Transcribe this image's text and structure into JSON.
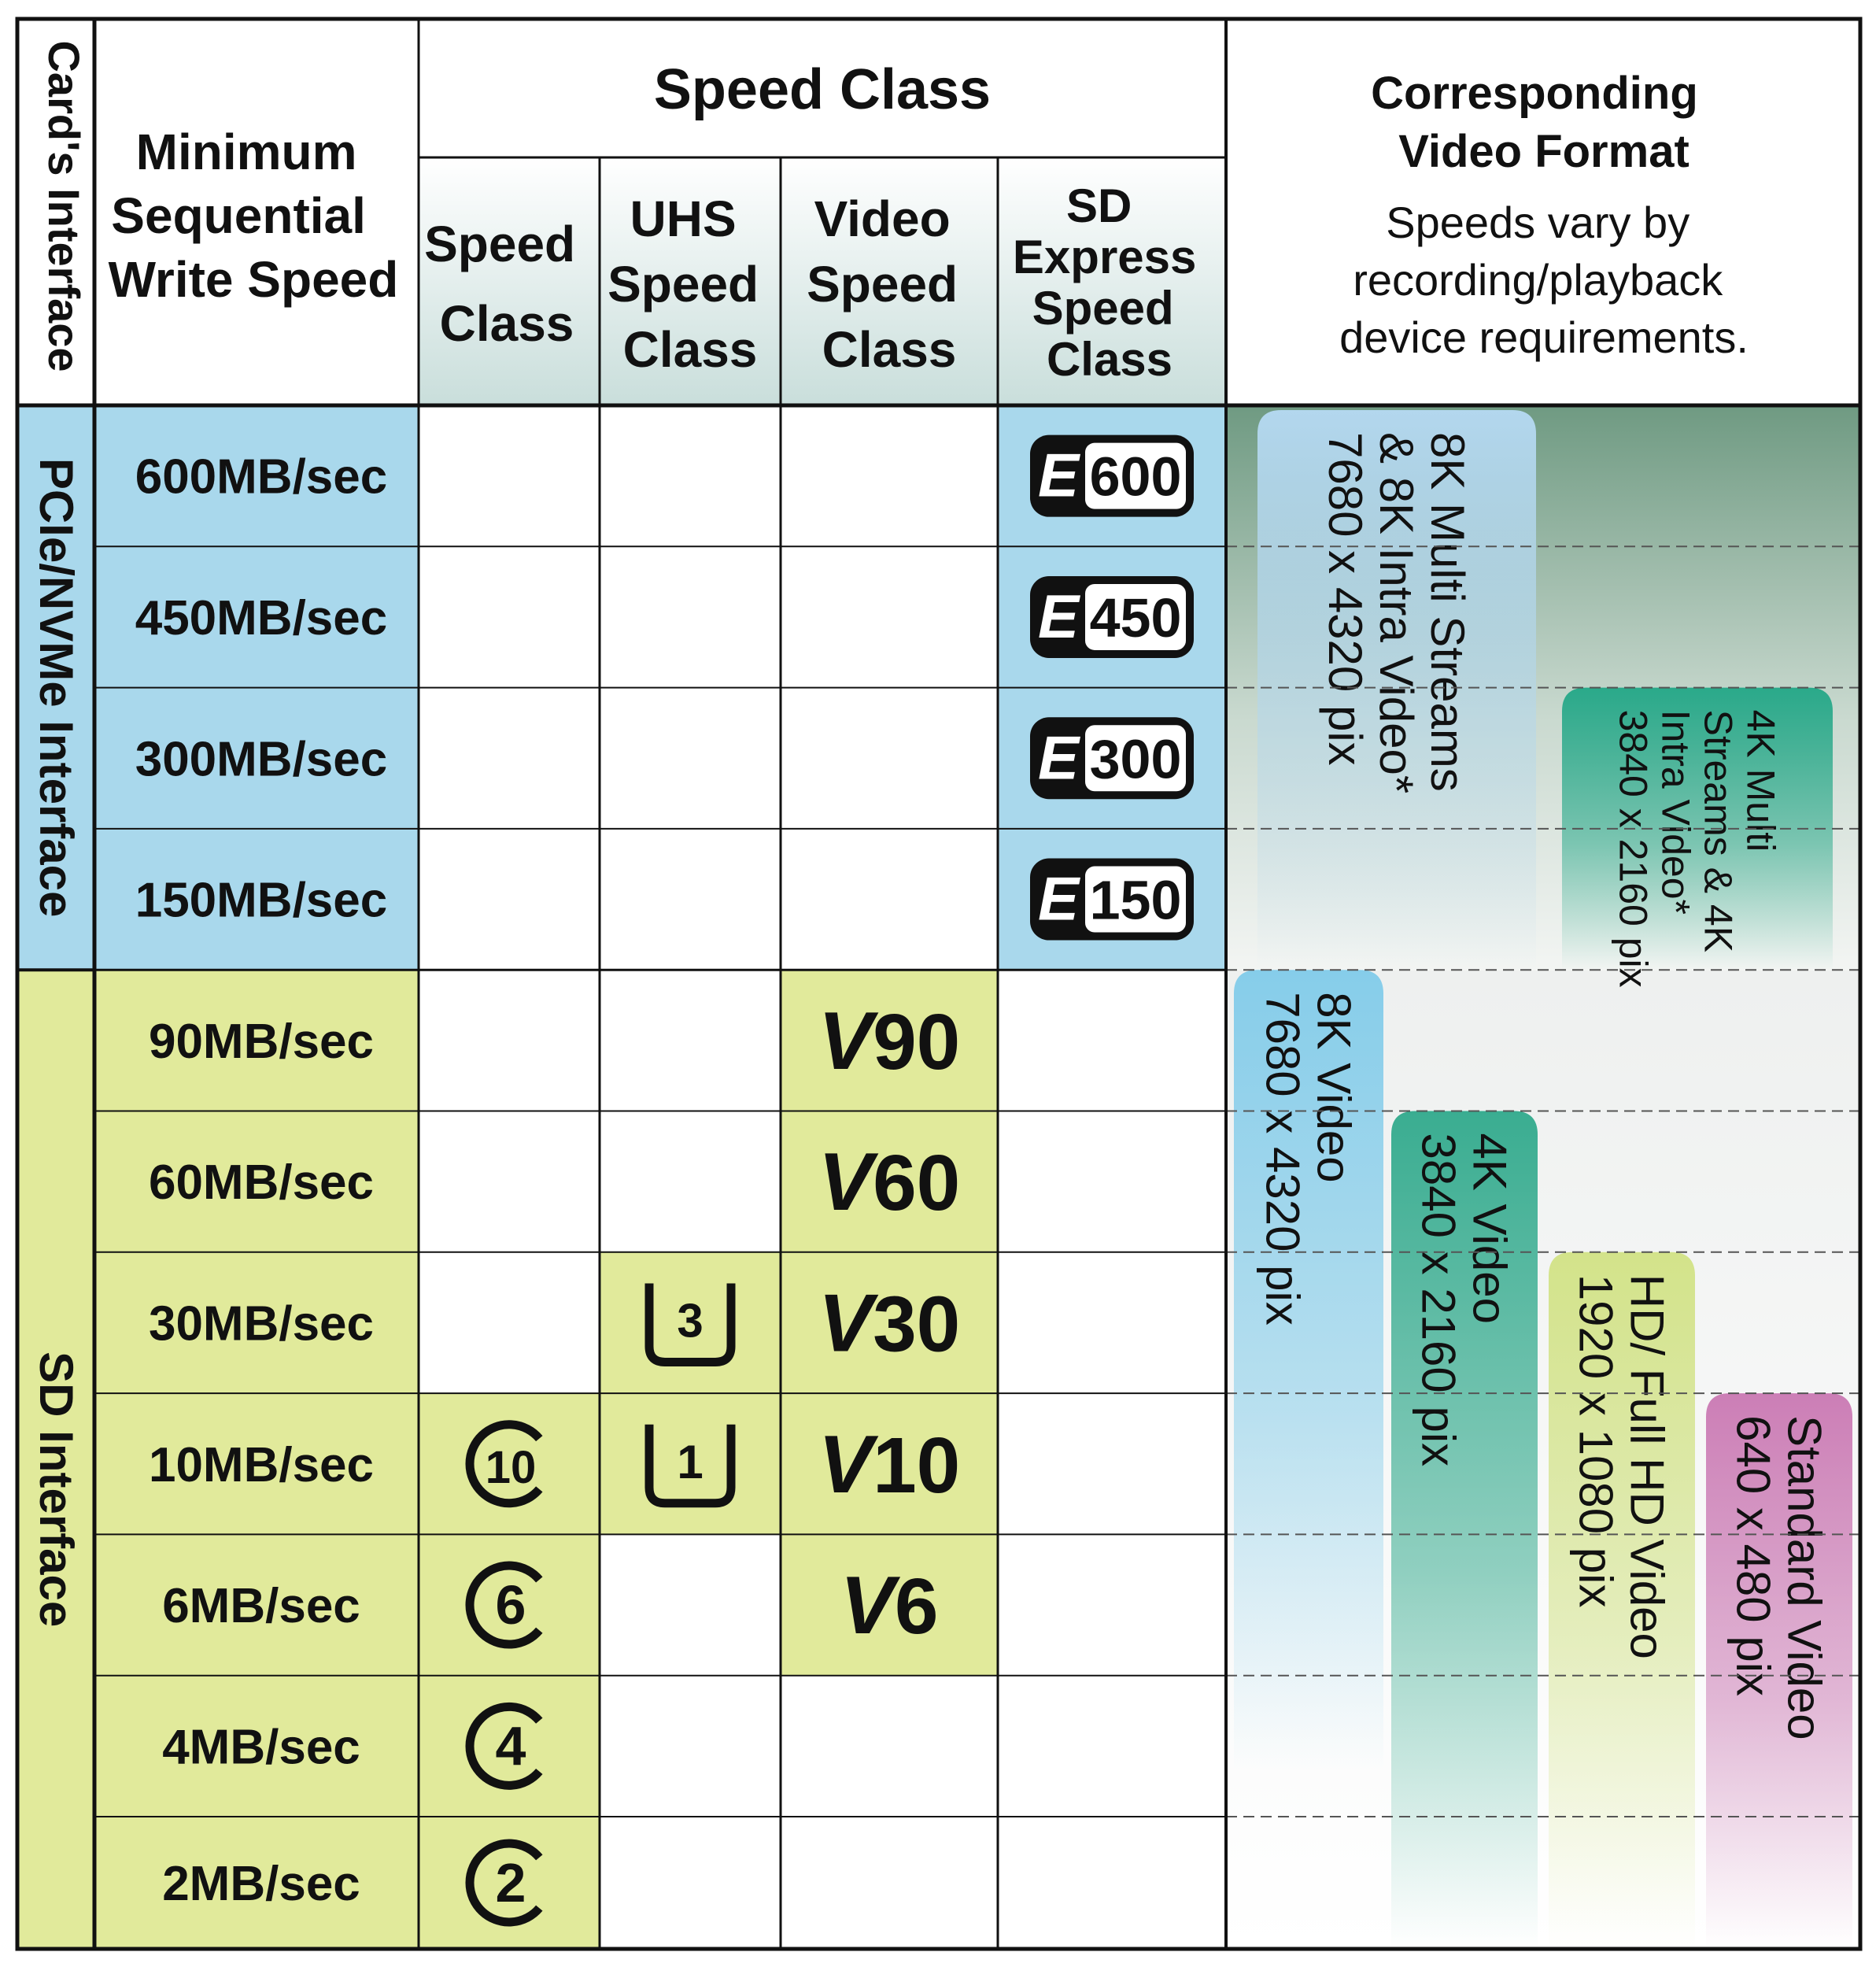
{
  "headers": {
    "interface": "Card's Interface",
    "min_write": [
      "Minimum",
      "Sequential",
      "Write Speed"
    ],
    "speed_class_group": "Speed Class",
    "speed_class": [
      "Speed",
      "Class"
    ],
    "uhs": [
      "UHS",
      "Speed",
      "Class"
    ],
    "video": [
      "Video",
      "Speed",
      "Class"
    ],
    "express": [
      "SD",
      "Express",
      "Speed",
      "Class"
    ],
    "video_format_title": [
      "Corresponding",
      "Video Format"
    ],
    "video_format_note": [
      "Speeds vary by",
      "recording/playback",
      "device requirements."
    ]
  },
  "interfaces": [
    {
      "label": "PCIe/NVMe Interface",
      "color": "#a9d8ec"
    },
    {
      "label": "SD Interface",
      "color": "#e1ea9b"
    }
  ],
  "rows": [
    {
      "speed": "600MB/sec",
      "speed_class": "",
      "uhs": "",
      "video": "",
      "express": "600"
    },
    {
      "speed": "450MB/sec",
      "speed_class": "",
      "uhs": "",
      "video": "",
      "express": "450"
    },
    {
      "speed": "300MB/sec",
      "speed_class": "",
      "uhs": "",
      "video": "",
      "express": "300"
    },
    {
      "speed": "150MB/sec",
      "speed_class": "",
      "uhs": "",
      "video": "",
      "express": "150"
    },
    {
      "speed": "90MB/sec",
      "speed_class": "",
      "uhs": "",
      "video": "90",
      "express": ""
    },
    {
      "speed": "60MB/sec",
      "speed_class": "",
      "uhs": "",
      "video": "60",
      "express": ""
    },
    {
      "speed": "30MB/sec",
      "speed_class": "",
      "uhs": "3",
      "video": "30",
      "express": ""
    },
    {
      "speed": "10MB/sec",
      "speed_class": "10",
      "uhs": "1",
      "video": "10",
      "express": ""
    },
    {
      "speed": "6MB/sec",
      "speed_class": "6",
      "uhs": "",
      "video": "6",
      "express": ""
    },
    {
      "speed": "4MB/sec",
      "speed_class": "4",
      "uhs": "",
      "video": "",
      "express": ""
    },
    {
      "speed": "2MB/sec",
      "speed_class": "2",
      "uhs": "",
      "video": "",
      "express": ""
    }
  ],
  "symbols": {
    "express_letter": "E",
    "video_letter": "V"
  },
  "video_formats": [
    {
      "lines": [
        "8K Multi Streams",
        "& 8K Intra Video*",
        "7680 x 4320 pix"
      ],
      "color": "#b3d7ee",
      "top_row": 0
    },
    {
      "lines": [
        "4K Multi",
        "Streams  & 4K",
        "Intra Video*",
        "3840 x 2160 pix"
      ],
      "color": "#2aa98a",
      "top_row": 2
    },
    {
      "lines": [
        "8K Video",
        "7680 x 4320 pix"
      ],
      "color": "#86cdea",
      "top_row": 4
    },
    {
      "lines": [
        "4K Video",
        "3840 x 2160 pix"
      ],
      "color": "#3aad91",
      "top_row": 5
    },
    {
      "lines": [
        "HD/ Full HD Video",
        "1920 x 1080 pix"
      ],
      "color": "#d3e38a",
      "top_row": 6
    },
    {
      "lines": [
        "Standard Video",
        "640 x 480 pix"
      ],
      "color": "#cc7eb6",
      "top_row": 7
    }
  ],
  "colors": {
    "express_band": "#6f9a82",
    "label_bg": "#ffffff",
    "header_grad": "#c9dedb"
  }
}
